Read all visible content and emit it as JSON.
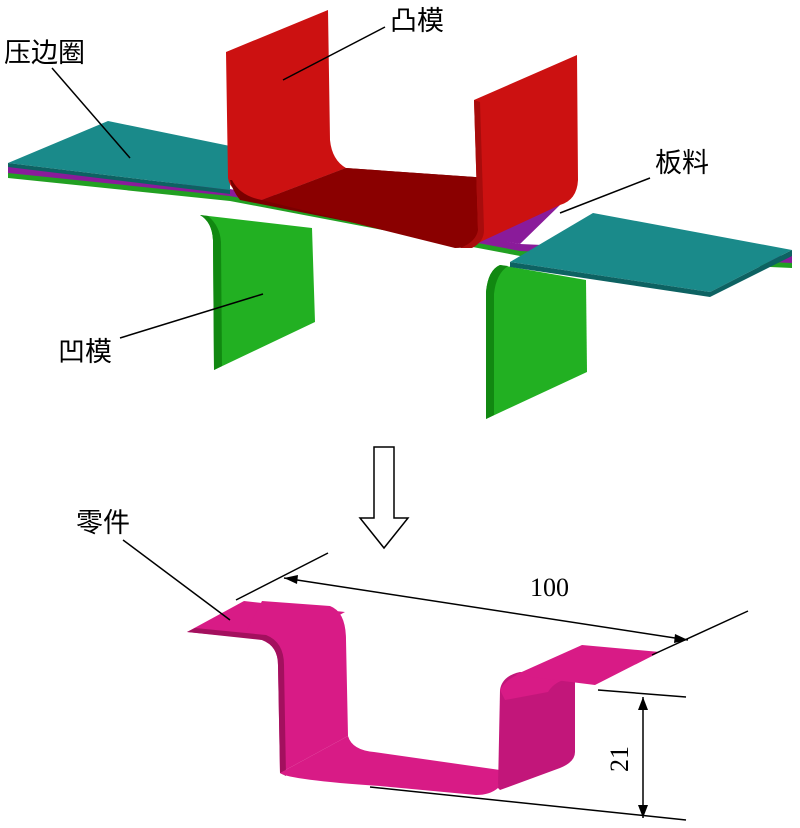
{
  "labels": {
    "binder": "压边圈",
    "punch": "凸模",
    "blank": "板料",
    "die": "凹模",
    "part": "零件"
  },
  "dimensions": {
    "length": "100",
    "height": "21"
  },
  "colors": {
    "binder": "#1a8a8a",
    "binder_edge": "#0d6262",
    "punch": "#cc1111",
    "punch_dark": "#7a0000",
    "blank": "#8a1b9a",
    "die": "#22b022",
    "die_dark": "#118811",
    "part": "#d81b86",
    "part_dark": "#a3105e"
  }
}
